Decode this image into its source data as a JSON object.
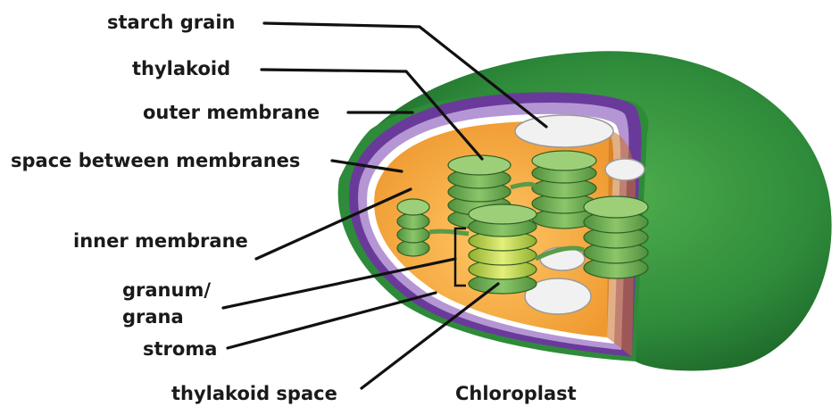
{
  "diagram": {
    "caption": "Chloroplast",
    "labels": {
      "starch_grain": "starch grain",
      "thylakoid": "thylakoid",
      "outer_membrane": "outer membrane",
      "space_between_membranes": "space between membranes",
      "inner_membrane": "inner membrane",
      "granum_line1": "granum/",
      "granum_line2": "grana",
      "stroma": "stroma",
      "thylakoid_space": "thylakoid space"
    },
    "colors": {
      "outer_membrane": "#2e8b3a",
      "intermembrane_space": "#6a3a9a",
      "stroma": "#f2a23a",
      "thylakoid": "#7bb35a",
      "starch": "#f1f1f1"
    }
  }
}
